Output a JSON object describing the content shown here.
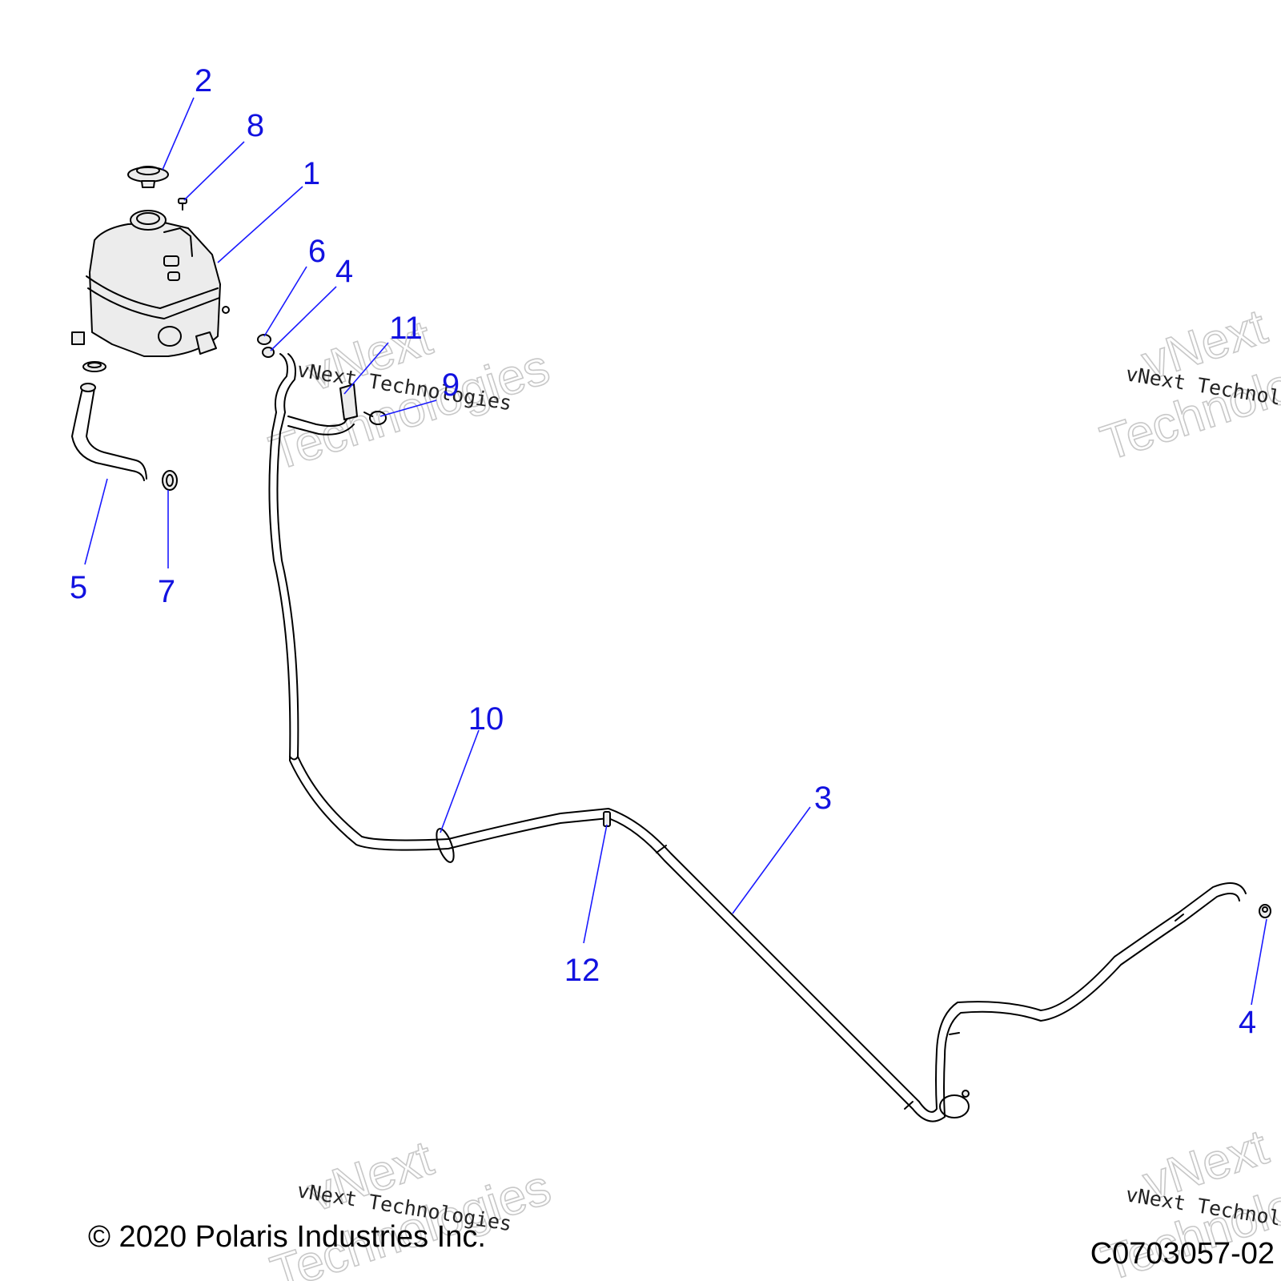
{
  "callouts": {
    "c1": "1",
    "c2": "2",
    "c3": "3",
    "c4a": "4",
    "c4b": "4",
    "c5": "5",
    "c6": "6",
    "c7": "7",
    "c8": "8",
    "c9": "9",
    "c10": "10",
    "c11": "11",
    "c12": "12"
  },
  "watermark": {
    "brand_big_1": "vNext",
    "brand_big_2": "Technologies",
    "brand_small": "vNext Technologies"
  },
  "footer": {
    "copyright": "© 2020 Polaris Industries Inc.",
    "drawing_number": "C0703057-02"
  },
  "colors": {
    "callout": "#1212e0",
    "line": "#000000",
    "watermark": "#c8c8c8"
  }
}
